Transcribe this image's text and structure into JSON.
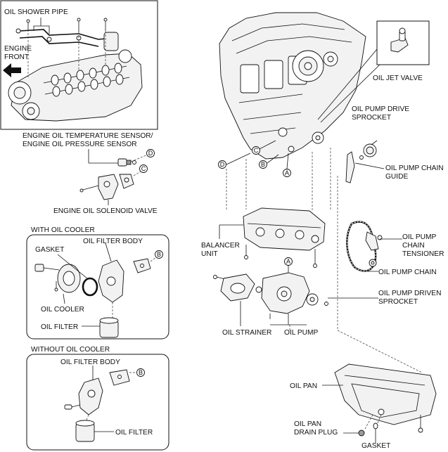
{
  "labels": {
    "oil_shower_pipe": "OIL SHOWER PIPE",
    "engine_front_line1": "ENGINE",
    "engine_front_line2": "FRONT",
    "oil_jet_valve": "OIL JET VALVE",
    "oil_pump_drive_sprocket_line1": "OIL PUMP DRIVE",
    "oil_pump_drive_sprocket_line2": "SPROCKET",
    "temp_sensor_line1": "ENGINE OIL TEMPERATURE SENSOR/",
    "temp_sensor_line2": "ENGINE OIL PRESSURE SENSOR",
    "oil_pump_chain_guide_line1": "OIL PUMP CHAIN",
    "oil_pump_chain_guide_line2": "GUIDE",
    "engine_oil_solenoid_valve": "ENGINE OIL SOLENOID VALVE",
    "with_oil_cooler": "WITH OIL COOLER",
    "gasket_cooler": "GASKET",
    "oil_filter_body_cooler": "OIL FILTER BODY",
    "oil_cooler": "OIL COOLER",
    "oil_filter_cooler": "OIL FILTER",
    "balancer_unit_line1": "BALANCER",
    "balancer_unit_line2": "UNIT",
    "oil_pump_chain_tensioner_line1": "OIL PUMP",
    "oil_pump_chain_tensioner_line2": "CHAIN",
    "oil_pump_chain_tensioner_line3": "TENSIONER",
    "oil_pump_chain": "OIL PUMP CHAIN",
    "oil_pump_driven_sprocket_line1": "OIL PUMP DRIVEN",
    "oil_pump_driven_sprocket_line2": "SPROCKET",
    "oil_strainer": "OIL STRAINER",
    "oil_pump": "OIL PUMP",
    "without_oil_cooler": "WITHOUT OIL COOLER",
    "oil_filter_body_nocooler": "OIL FILTER BODY",
    "oil_filter_nocooler": "OIL FILTER",
    "oil_pan": "OIL PAN",
    "oil_pan_drain_plug_line1": "OIL PAN",
    "oil_pan_drain_plug_line2": "DRAIN PLUG",
    "gasket_drain": "GASKET"
  },
  "refs": {
    "A": "A",
    "B": "B",
    "C": "C",
    "D": "D"
  }
}
